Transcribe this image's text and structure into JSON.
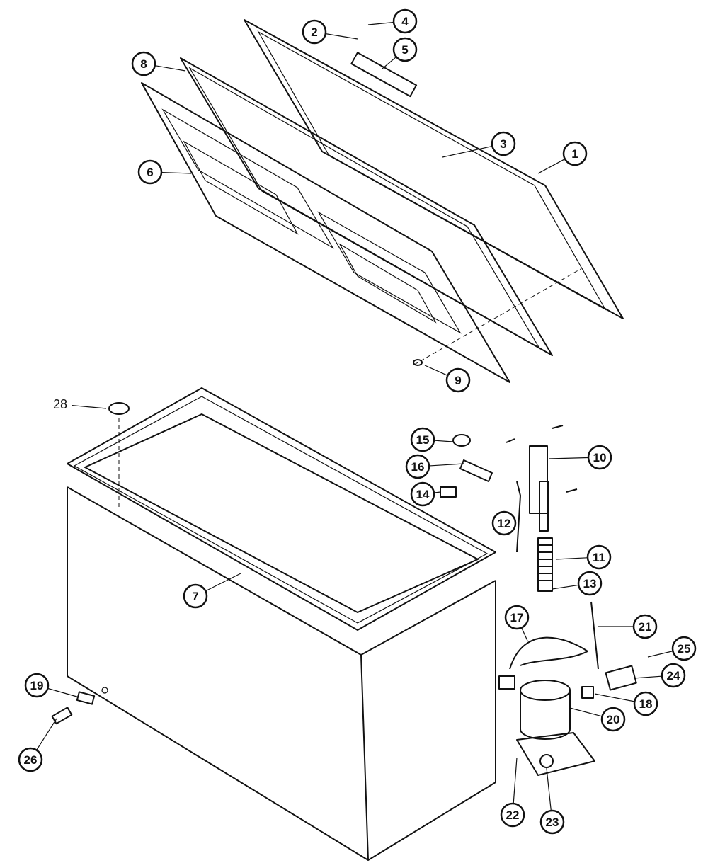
{
  "diagram": {
    "title": "Chest freezer cabinet and lid exploded parts view",
    "callouts": [
      "1",
      "2",
      "3",
      "4",
      "5",
      "6",
      "7",
      "8",
      "9",
      "10",
      "11",
      "12",
      "13",
      "14",
      "15",
      "16",
      "17",
      "18",
      "19",
      "20",
      "21",
      "22",
      "23",
      "24",
      "25",
      "26",
      "28"
    ]
  }
}
